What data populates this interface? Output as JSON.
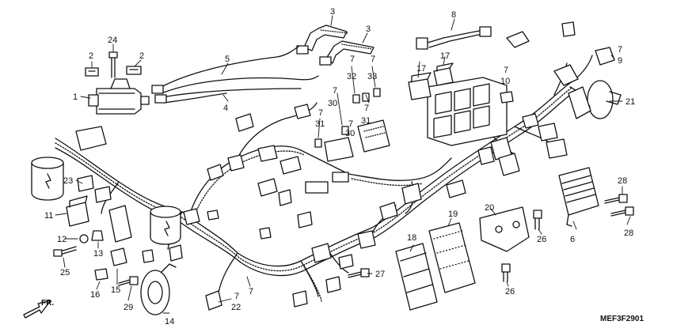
{
  "drawing_code": "MEF3F2901",
  "front_marker": "FR.",
  "callouts": {
    "c1": "1",
    "c2a": "2",
    "c2b": "2",
    "c3a": "3",
    "c3b": "3",
    "c4": "4",
    "c5": "5",
    "c6": "6",
    "c7_9a": "7",
    "c7_9b": "9",
    "c8": "8",
    "c7_10a": "7",
    "c7_10b": "10",
    "c7_32a": "7",
    "c7_32b": "32",
    "c7_33a": "7",
    "c7_33b": "33",
    "c7_30a": "7",
    "c7_30b": "30",
    "c7_30c": "7",
    "c7_30d": "30",
    "c7_31a": "7",
    "c7_31b": "31",
    "c7_31c": "7",
    "c7_31d": "31",
    "c11": "11",
    "c12": "12",
    "c13": "13",
    "c14": "14",
    "c15": "15",
    "c16": "16",
    "c17a": "17",
    "c17b": "17",
    "c18": "18",
    "c19": "19",
    "c20": "20",
    "c21": "21",
    "c7_22a": "7",
    "c7_22b": "22",
    "c23": "23",
    "c24": "24",
    "c25": "25",
    "c26a": "26",
    "c26b": "26",
    "c27": "27",
    "c28a": "28",
    "c28b": "28",
    "c29": "29",
    "c7": "7"
  }
}
